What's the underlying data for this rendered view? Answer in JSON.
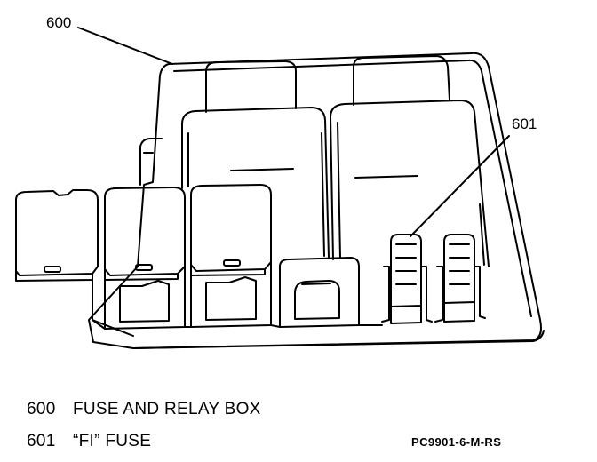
{
  "callouts": [
    {
      "number": "600",
      "description": "FUSE AND RELAY BOX"
    },
    {
      "number": "601",
      "description": "“FI” FUSE"
    }
  ],
  "reference_code": "PC9901-6-M-RS"
}
